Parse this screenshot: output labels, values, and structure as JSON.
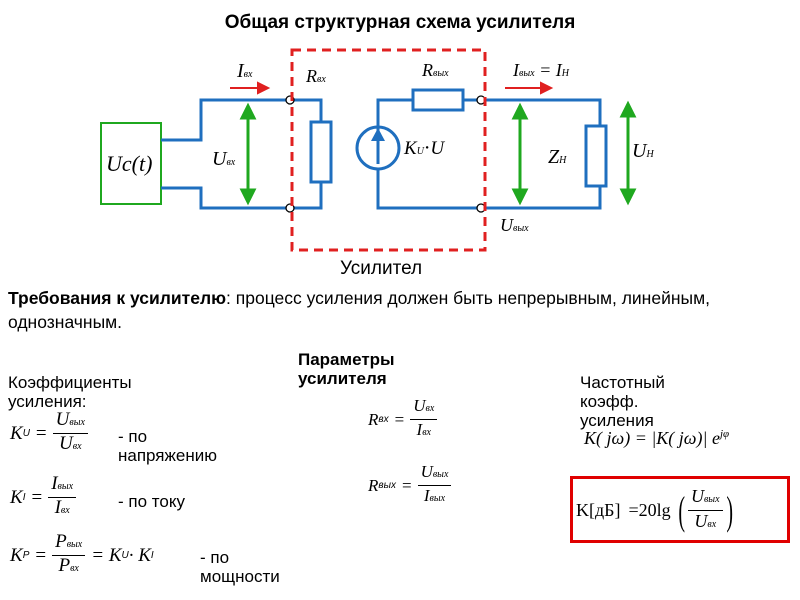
{
  "title": "Общая структурная схема усилителя",
  "diagram": {
    "source_label": "Uc(t)",
    "i_in": "I",
    "i_in_sub": "вх",
    "u_in": "U",
    "u_in_sub": "вх",
    "r_in": "R",
    "r_in_sub": "вх",
    "r_out": "R",
    "r_out_sub": "вых",
    "gain_source": "K",
    "gain_source_sub": "U",
    "gain_source_glyph": "⋅U",
    "i_load": "I",
    "i_load_sub": "вых",
    "i_load_rest": "= I",
    "i_load_rest_sub": "Н",
    "z_load": "Z",
    "z_load_sub": "Н",
    "u_load": "U",
    "u_load_sub": "Н",
    "u_out": "U",
    "u_out_sub": "вых",
    "amplifier_label": "Усилител"
  },
  "requirements": {
    "lead": "Требования к  усилителю",
    "text": ": процесс усиления должен быть непрерывным, линейным, однозначным."
  },
  "sections": {
    "coefficients": "Коэффициенты усиления:",
    "parameters": "Параметры усилителя",
    "frequency": "Частотный коэфф. усиления"
  },
  "formulas": {
    "ku": {
      "lhs": "K",
      "lhs_sub": "U",
      "num": "U",
      "num_sub": "вых",
      "den": "U",
      "den_sub": "вх",
      "note": "- по напряжению"
    },
    "ki": {
      "lhs": "K",
      "lhs_sub": "I",
      "num": "I",
      "num_sub": "вых",
      "den": "I",
      "den_sub": "вх",
      "note": "- по току"
    },
    "kp": {
      "lhs": "K",
      "lhs_sub": "P",
      "num": "P",
      "num_sub": "вых",
      "den": "P",
      "den_sub": "вх",
      "rhs": "= K",
      "rhs_sub1": "U",
      "rhs_mid": " · K",
      "rhs_sub2": "I",
      "note": "- по мощности"
    },
    "rin": {
      "lhs": "R",
      "lhs_sub": "вх",
      "num": "U",
      "num_sub": "вх",
      "den": "I",
      "den_sub": "вх"
    },
    "rout": {
      "lhs": "R",
      "lhs_sub": "вых",
      "num": "U",
      "num_sub": "вых",
      "den": "I",
      "den_sub": "вых"
    },
    "kjw": {
      "text": "K( jω) = |K( jω)| e",
      "sup": "jφ"
    },
    "kdb": {
      "lhs": "K[дБ]",
      "eq": "=20lg",
      "num": "U",
      "num_sub": "вых",
      "den": "U",
      "den_sub": "вх"
    }
  },
  "colors": {
    "wire": "#1f6fbf",
    "arrow_green": "#1fa81f",
    "arrow_red": "#e02020",
    "dashed": "#e02020",
    "box_red": "#e00000"
  }
}
